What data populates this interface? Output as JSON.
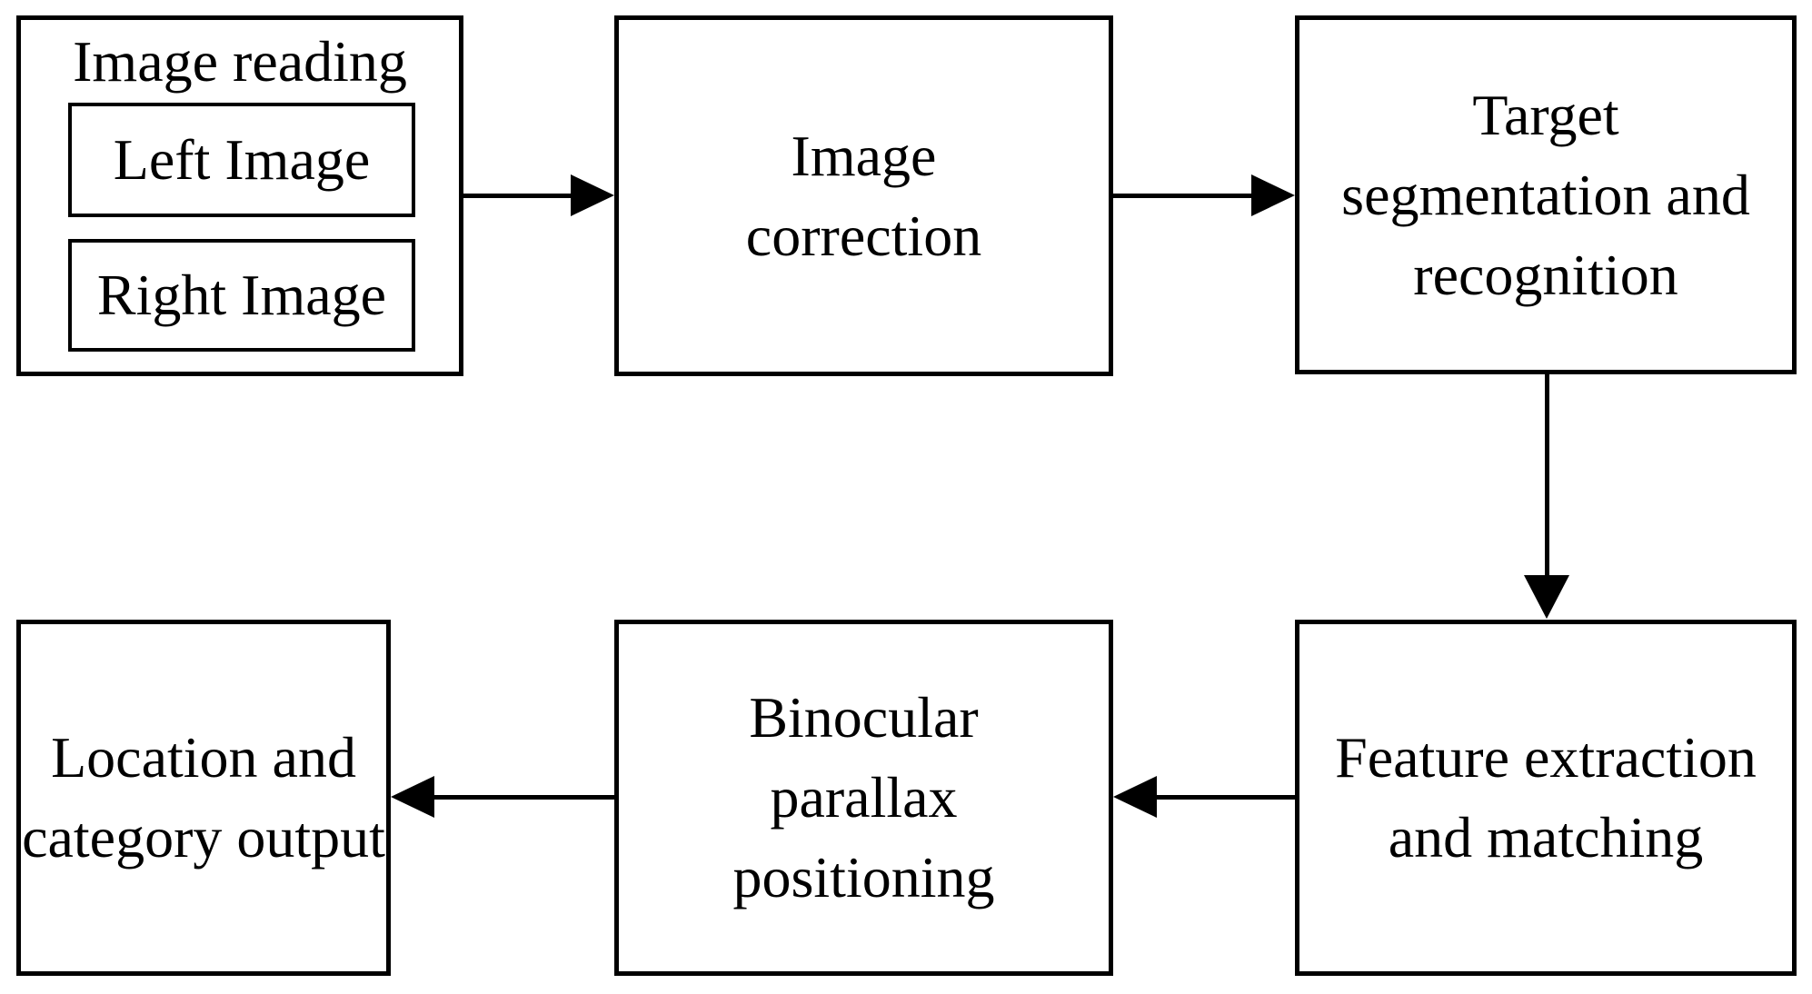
{
  "canvas": {
    "background_color": "#ffffff",
    "stroke_color": "#000000"
  },
  "nodes": {
    "image_reading": {
      "title": "Image reading",
      "left_image_label": "Left Image",
      "right_image_label": "Right Image"
    },
    "image_correction": {
      "label": "Image\ncorrection"
    },
    "target_segmentation": {
      "label": "Target\nsegmentation and\nrecognition"
    },
    "feature_extraction": {
      "label": "Feature extraction\nand matching"
    },
    "binocular_parallax": {
      "label": "Binocular\nparallax\npositioning"
    },
    "location_output": {
      "label": "Location and\ncategory output"
    }
  },
  "edges": [
    {
      "from": "image_reading",
      "to": "image_correction",
      "direction": "right"
    },
    {
      "from": "image_correction",
      "to": "target_segmentation",
      "direction": "right"
    },
    {
      "from": "target_segmentation",
      "to": "feature_extraction",
      "direction": "down"
    },
    {
      "from": "feature_extraction",
      "to": "binocular_parallax",
      "direction": "left"
    },
    {
      "from": "binocular_parallax",
      "to": "location_output",
      "direction": "left"
    }
  ]
}
